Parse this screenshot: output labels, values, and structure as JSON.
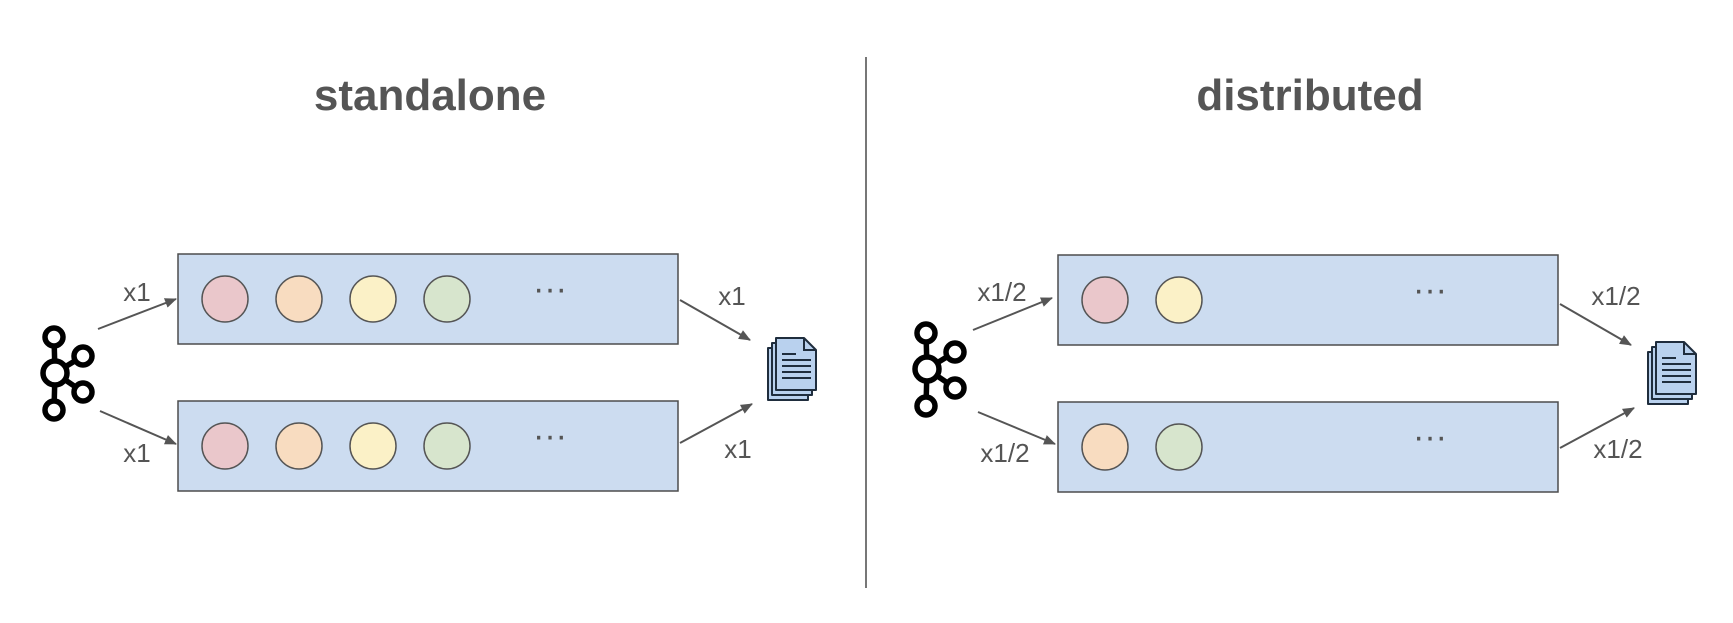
{
  "colors": {
    "bar_fill": "#ccdcf0",
    "bar_stroke": "#4d4d4d",
    "text": "#555555",
    "arrow": "#555555",
    "divider": "#777777",
    "dot_red": "#eac7cb",
    "dot_orange": "#f8dcc0",
    "dot_yellow": "#fbf1c7",
    "dot_green": "#d7e5cd"
  },
  "icons": {
    "source": "kafka-logo-icon",
    "sink": "documents-icon"
  },
  "panels": [
    {
      "title": "standalone",
      "rows": [
        {
          "in_label": "x1",
          "out_label": "x1",
          "dots": [
            "dot_red",
            "dot_orange",
            "dot_yellow",
            "dot_green"
          ],
          "ellipsis": "···"
        },
        {
          "in_label": "x1",
          "out_label": "x1",
          "dots": [
            "dot_red",
            "dot_orange",
            "dot_yellow",
            "dot_green"
          ],
          "ellipsis": "···"
        }
      ]
    },
    {
      "title": "distributed",
      "rows": [
        {
          "in_label": "x1/2",
          "out_label": "x1/2",
          "dots": [
            "dot_red",
            "dot_yellow"
          ],
          "ellipsis": "···"
        },
        {
          "in_label": "x1/2",
          "out_label": "x1/2",
          "dots": [
            "dot_orange",
            "dot_green"
          ],
          "ellipsis": "···"
        }
      ]
    }
  ]
}
